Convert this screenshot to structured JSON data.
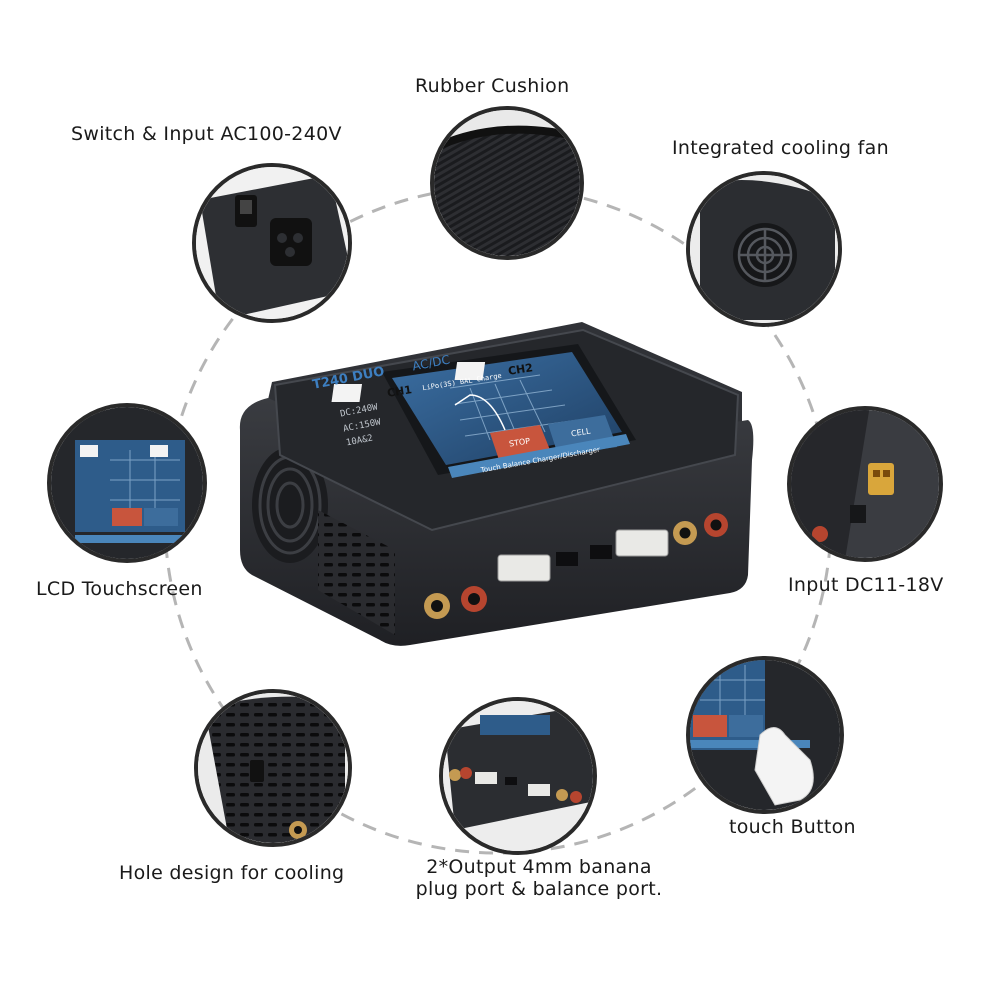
{
  "callouts": {
    "rubber_cushion": "Rubber Cushion",
    "switch_input": "Switch & Input AC100-240V",
    "cooling_fan": "Integrated cooling fan",
    "lcd": "LCD Touchscreen",
    "dc_input": "Input DC11-18V",
    "holes": "Hole design for cooling",
    "output_line1": "2*Output 4mm banana",
    "output_line2": "plug port & balance port.",
    "touch_button": "touch Button"
  },
  "device": {
    "model": "T240 DUO",
    "power_type": "AC/DC",
    "spec_lines": [
      "DC:240W",
      "AC:150W",
      "10A&2"
    ],
    "channel_1": "CH1",
    "channel_2": "CH2",
    "screen_header": "LiPo(3S) BAL Charge",
    "stop_button": "STOP",
    "cell_button": "CELL",
    "footer_text": "Touch Balance Charger/Discharger"
  },
  "colors": {
    "body": "#2b2d31",
    "screen_blue": "#2e5c8a",
    "stop_red": "#c8553d",
    "banana_red": "#b6452f",
    "dashed_circle": "#b5b5b5"
  }
}
